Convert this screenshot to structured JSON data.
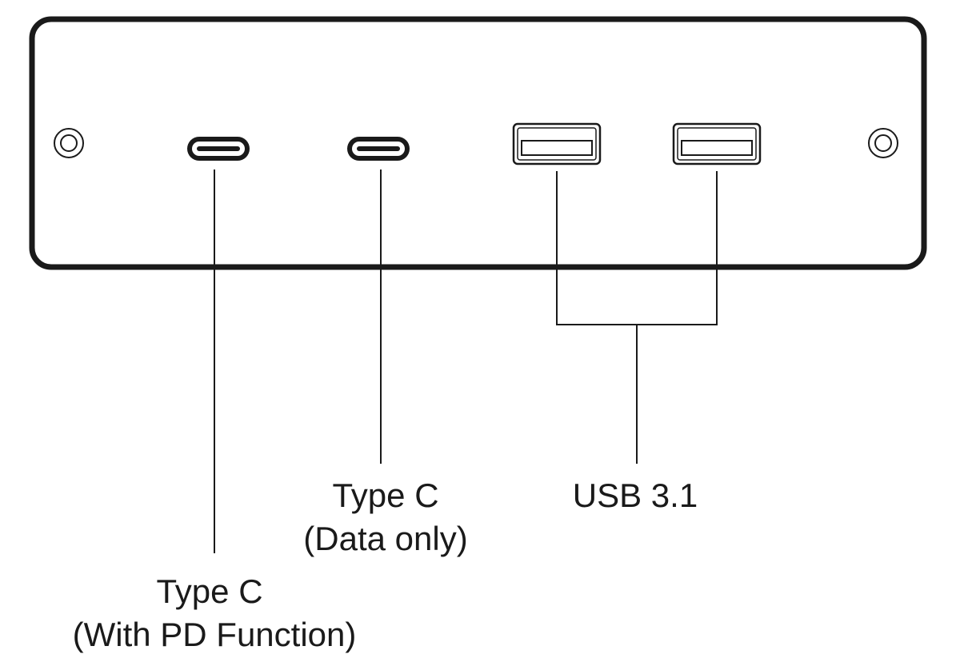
{
  "labels": {
    "pd_port_line1": "Type C",
    "pd_port_line2": "(With PD Function)",
    "data_port_line1": "Type C",
    "data_port_line2": "(Data only)",
    "usb_ports": "USB 3.1"
  },
  "colors": {
    "stroke": "#1a1a1a",
    "background": "#ffffff"
  }
}
